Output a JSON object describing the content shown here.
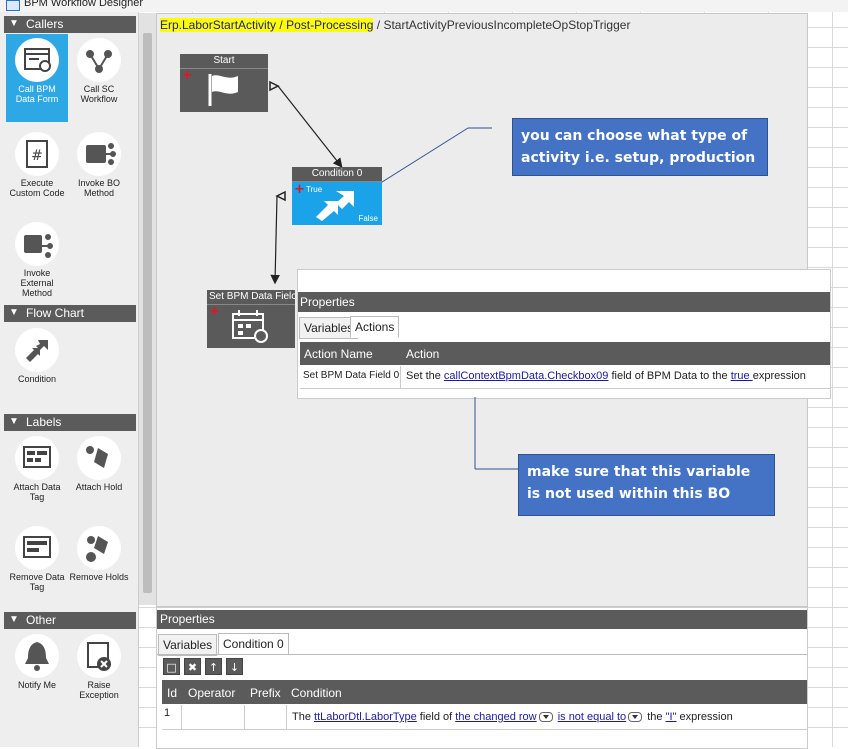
{
  "window": {
    "title": "BPM Workflow Designer"
  },
  "palette": {
    "callers": {
      "header": "Callers",
      "tools": [
        {
          "label": "Call BPM Data Form",
          "icon": "data-form-icon"
        },
        {
          "label": "Call SC Workflow",
          "icon": "workflow-icon"
        },
        {
          "label": "Execute Custom Code",
          "icon": "hash-code-icon"
        },
        {
          "label": "Invoke BO Method",
          "icon": "bo-method-icon"
        },
        {
          "label": "Invoke External Method",
          "icon": "external-method-icon"
        }
      ]
    },
    "flowchart": {
      "header": "Flow Chart",
      "tools": [
        {
          "label": "Condition",
          "icon": "condition-icon"
        }
      ]
    },
    "labels": {
      "header": "Labels",
      "tools": [
        {
          "label": "Attach Data Tag",
          "icon": "attach-tag-icon"
        },
        {
          "label": "Attach Hold",
          "icon": "attach-hold-icon"
        },
        {
          "label": "Remove Data Tag",
          "icon": "remove-tag-icon"
        },
        {
          "label": "Remove Holds",
          "icon": "remove-hold-icon"
        }
      ]
    },
    "other": {
      "header": "Other",
      "tools": [
        {
          "label": "Notify Me",
          "icon": "bell-icon"
        },
        {
          "label": "Raise Exception",
          "icon": "exception-icon"
        }
      ]
    }
  },
  "breadcrumb": {
    "part1": "Erp.LaborStartActivity",
    "sep1": " / ",
    "part2": "Post-Processing",
    "sep2": " / ",
    "part3": "StartActivityPreviousIncompleteOpStopTrigger"
  },
  "nodes": {
    "start": {
      "title": "Start"
    },
    "condition": {
      "title": "Condition 0",
      "true_label": "True",
      "false_label": "False"
    },
    "setbpm": {
      "title": "Set BPM Data Fielc"
    }
  },
  "callouts": {
    "top": "you can choose what type of activity i.e. setup, production",
    "bottom": "make sure that this variable is not used within this BO"
  },
  "float_props": {
    "header": "Properties",
    "tabs": [
      "Variables",
      "Actions"
    ],
    "columns": [
      "Action Name",
      "Action"
    ],
    "row": {
      "name": "Set BPM Data Field 0",
      "pre": "Set the ",
      "field_link": "callContextBpmData.Checkbox09",
      "mid": " field of BPM Data to the ",
      "value_link": " true ",
      "post": " expression"
    }
  },
  "bottom_props": {
    "header": "Properties",
    "tabs": [
      "Variables",
      "Condition 0"
    ],
    "toolbar": [
      "new-icon",
      "delete-icon",
      "move-up-icon",
      "move-down-icon"
    ],
    "columns": [
      "Id",
      "Operator",
      "Prefix",
      "Condition"
    ],
    "row": {
      "id": "1",
      "pre": "The ",
      "field_link": "ttLaborDtl.LaborType",
      "mid1": " field of ",
      "row_link": "the changed row",
      "op_link": "is not equal to",
      "mid2": " the ",
      "value_link": "\"I\"",
      "post": " expression"
    }
  }
}
